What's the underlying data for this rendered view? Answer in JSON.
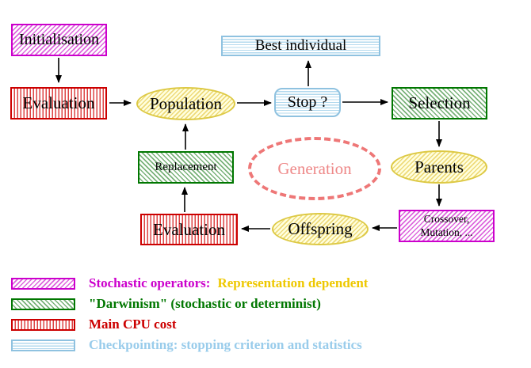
{
  "diagram": {
    "nodes": {
      "initialisation": {
        "label": "Initialisation"
      },
      "evaluation_top": {
        "label": "Evaluation"
      },
      "population": {
        "label": "Population"
      },
      "best_individual": {
        "label": "Best individual"
      },
      "stop": {
        "label": "Stop ?"
      },
      "selection": {
        "label": "Selection"
      },
      "parents": {
        "label": "Parents"
      },
      "crossover": {
        "label": "Crossover,\nMutation, ..."
      },
      "offspring": {
        "label": "Offspring"
      },
      "evaluation_bottom": {
        "label": "Evaluation"
      },
      "replacement": {
        "label": "Replacement"
      },
      "generation": {
        "label": "Generation"
      }
    },
    "colors": {
      "magenta": "#cc00cc",
      "green": "#007700",
      "red": "#cc0000",
      "cyan": "#99cceb",
      "gold": "#eec800",
      "salmon": "#ee7777",
      "yellow_node_border": "#ddc944"
    }
  },
  "legend": {
    "items": [
      {
        "pattern": "magenta-diagonal-hatch",
        "label": "Stochastic operators:",
        "label2": "Representation dependent"
      },
      {
        "pattern": "green-diagonal-hatch",
        "label": "\"Darwinism\" (stochastic or determinist)"
      },
      {
        "pattern": "red-vertical-stripes",
        "label": "Main CPU cost"
      },
      {
        "pattern": "cyan-horizontal-stripes",
        "label": "Checkpointing: stopping criterion and statistics"
      }
    ]
  }
}
